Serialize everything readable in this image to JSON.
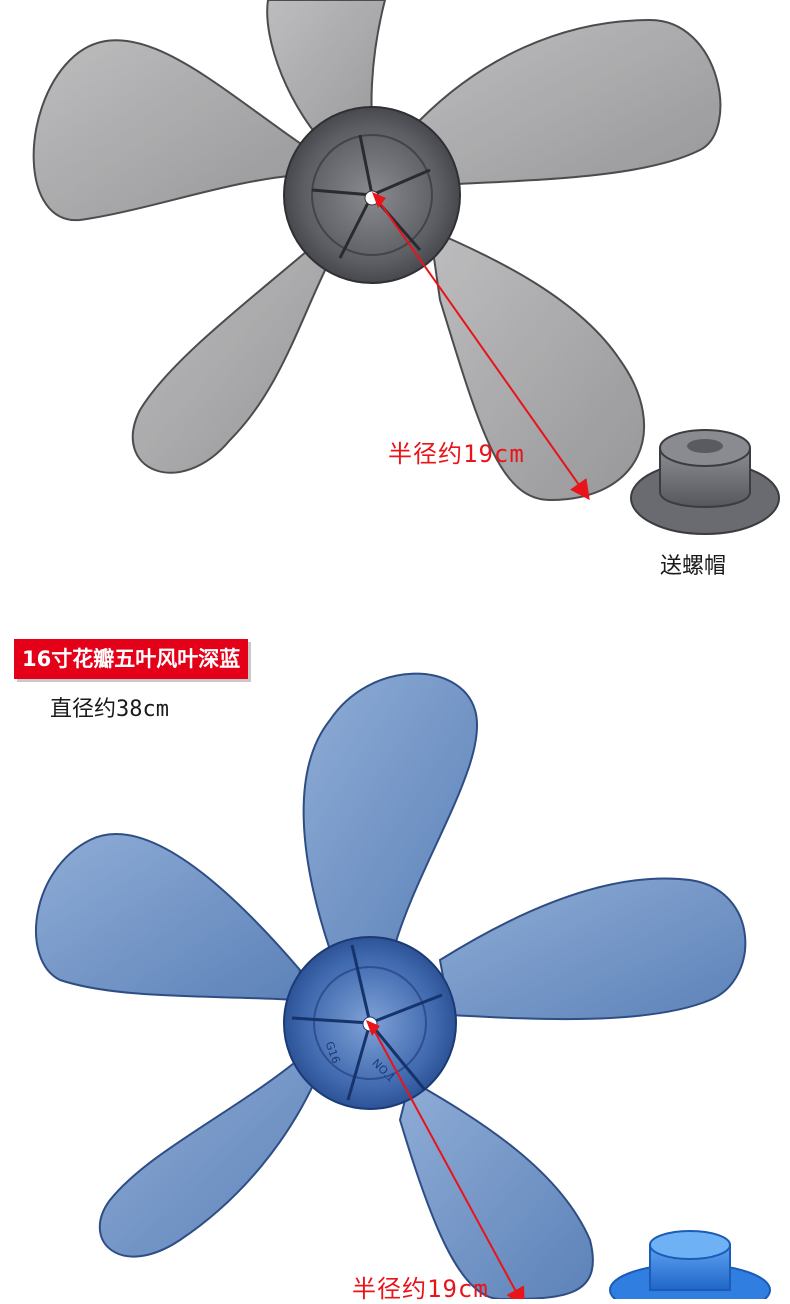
{
  "top_section": {
    "radius_label": "半径约19cm",
    "cap_label": "送螺帽",
    "colors": {
      "blade": "#a9a9ab",
      "hub": "#6d6e73",
      "arrow": "#e8141a"
    }
  },
  "bottom_section": {
    "banner_text": "16寸花瓣五叶风叶深蓝",
    "diameter_label": "直径约38cm",
    "radius_label": "半径约19cm",
    "hub_marking_1": "G16",
    "hub_marking_2": "NO.1",
    "colors": {
      "blade": "#5f88bf",
      "hub": "#3d64a8",
      "cap": "#2f7ee0",
      "arrow": "#e8141a",
      "banner": "#e5001a"
    }
  }
}
